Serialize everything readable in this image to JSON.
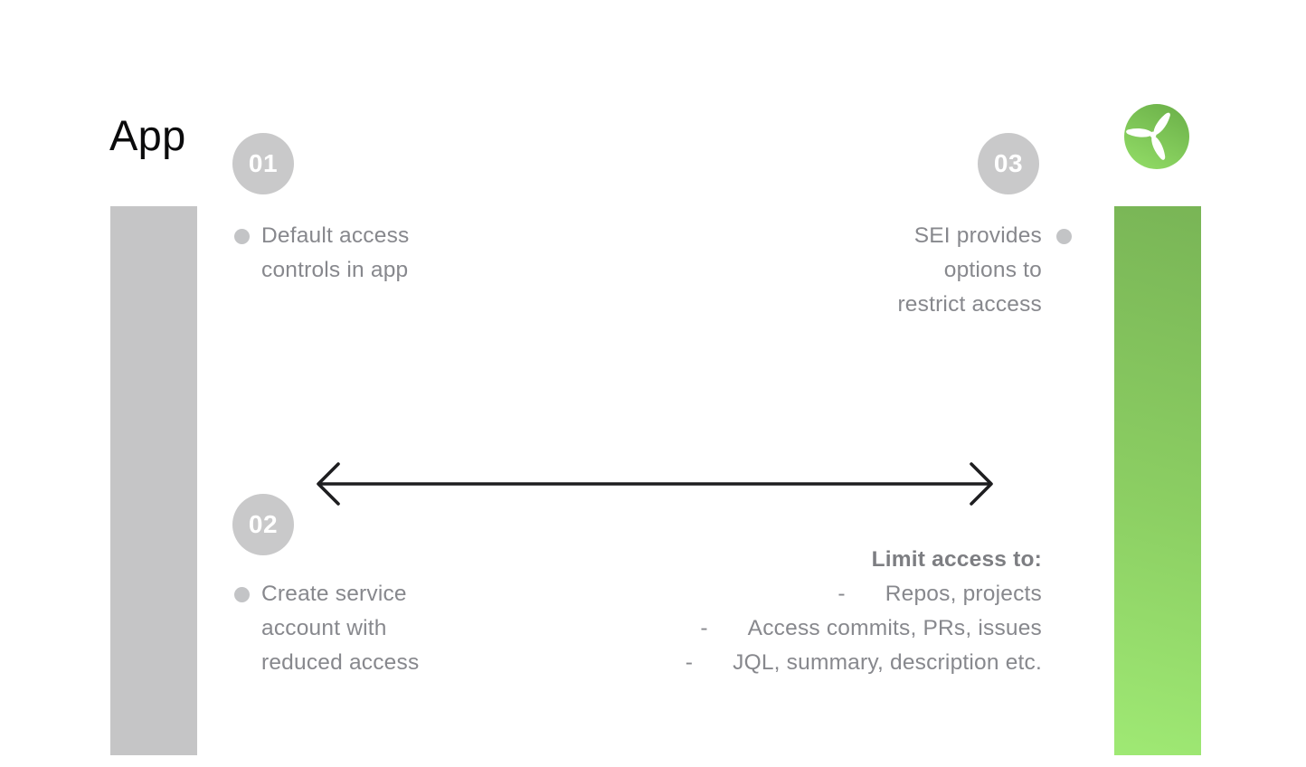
{
  "title": "App",
  "logo": {
    "icon": "propeller-icon"
  },
  "steps": [
    {
      "number": "01",
      "lines": [
        "Default access",
        "controls in app"
      ]
    },
    {
      "number": "02",
      "lines": [
        "Create service",
        "account with",
        "reduced access"
      ]
    },
    {
      "number": "03",
      "lines": [
        "SEI provides",
        "options to",
        "restrict access"
      ]
    }
  ],
  "limit_access": {
    "heading": "Limit access to:",
    "dash": "-",
    "items": [
      "Repos, projects",
      "Access commits, PRs, issues",
      "JQL, summary, description etc."
    ]
  },
  "colors": {
    "text_gray": "#87888d",
    "badge_gray": "#c9c9ca",
    "bar_gray": "#c5c5c6",
    "green_top": "#79b556",
    "green_bottom": "#9fe974",
    "arrow_black": "#1e1e20"
  }
}
